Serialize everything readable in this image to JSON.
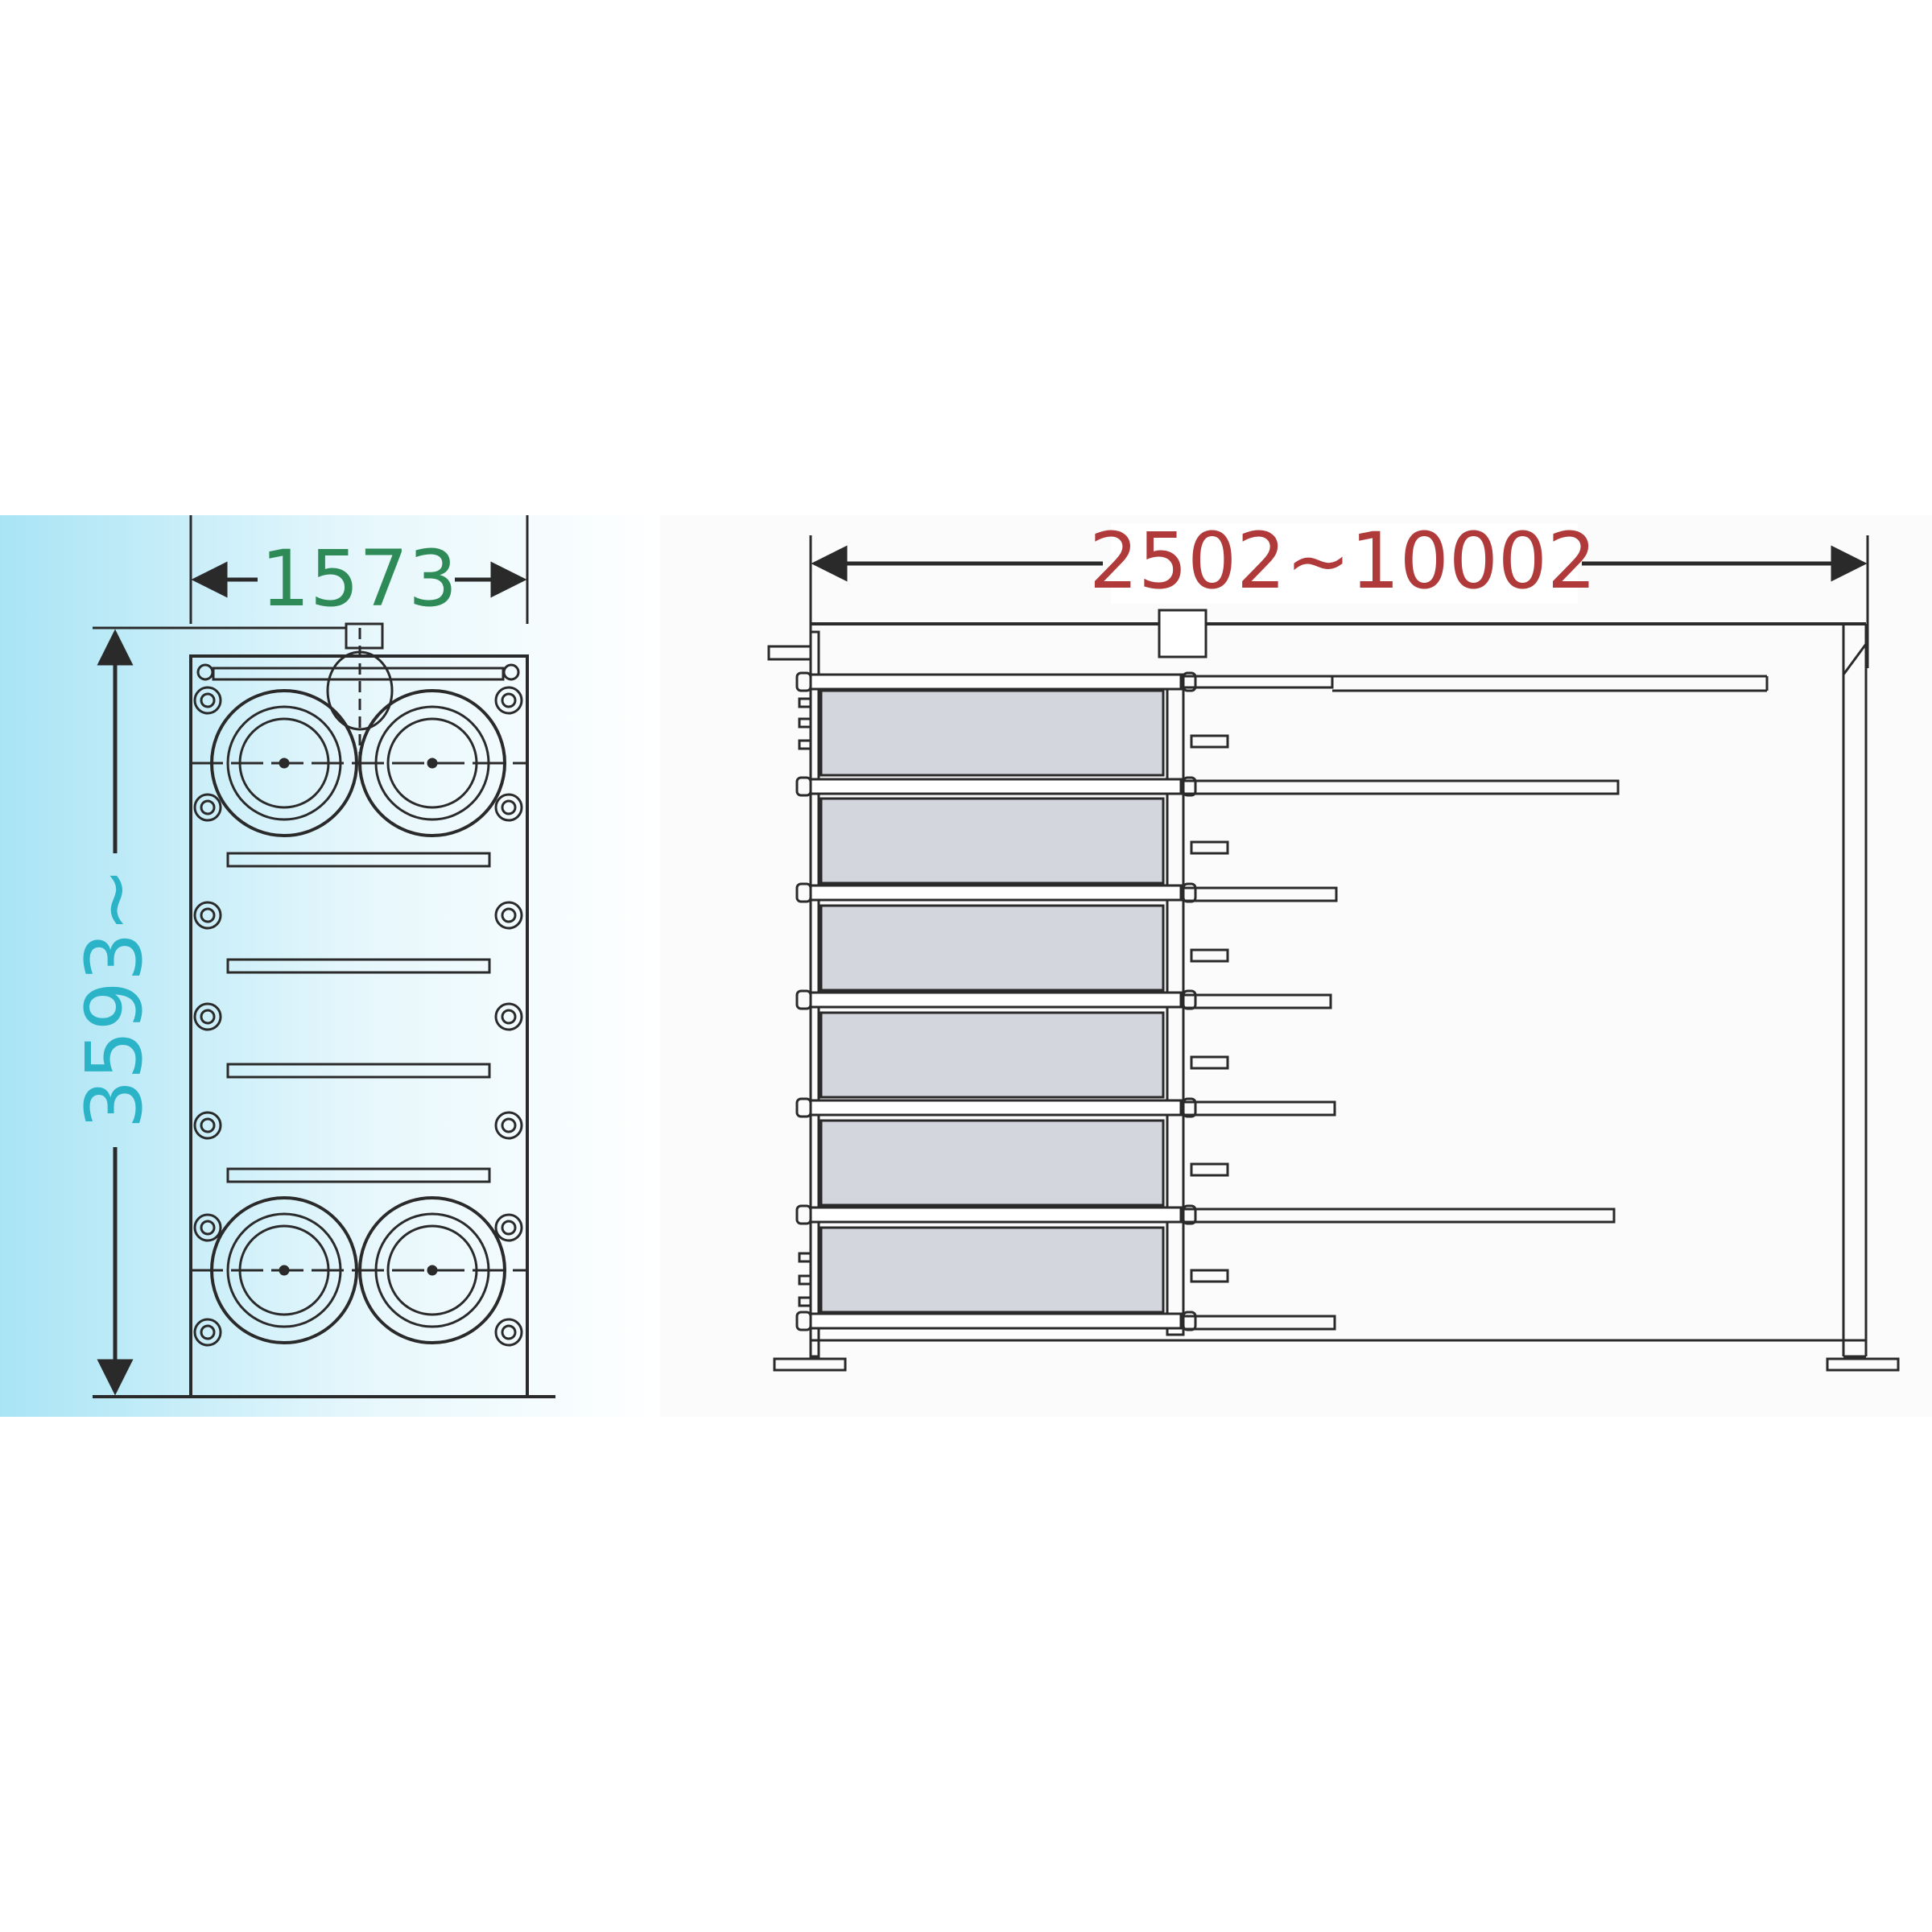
{
  "dimensions": {
    "front_width": "1573",
    "front_height": "3593~",
    "side_length": "2502~10002"
  },
  "colors": {
    "front_width_text": "#2e8b57",
    "front_height_text": "#2bb3c7",
    "side_length_text": "#b03a3a",
    "panel_gradient_start": "#a9e4f5",
    "line": "#2a2a2a",
    "plate_fill": "#d3d6dc"
  }
}
